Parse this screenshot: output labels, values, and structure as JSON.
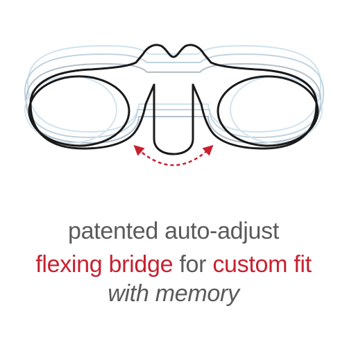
{
  "colors": {
    "accent": "#c8202f",
    "text": "#5a5a5a",
    "frame": "#1a1a1a",
    "ghost_blue": "#c9e0ee",
    "ghost_gray": "#b8c3cc"
  },
  "illustration": {
    "subject": "reading-glasses-frame-icon",
    "arrow": "flex-arrow-icon"
  },
  "caption": {
    "line1": "patented auto-adjust",
    "line2": {
      "part1": "flexing bridge",
      "part2": " for ",
      "part3": "custom fit"
    },
    "line3": "with memory"
  }
}
